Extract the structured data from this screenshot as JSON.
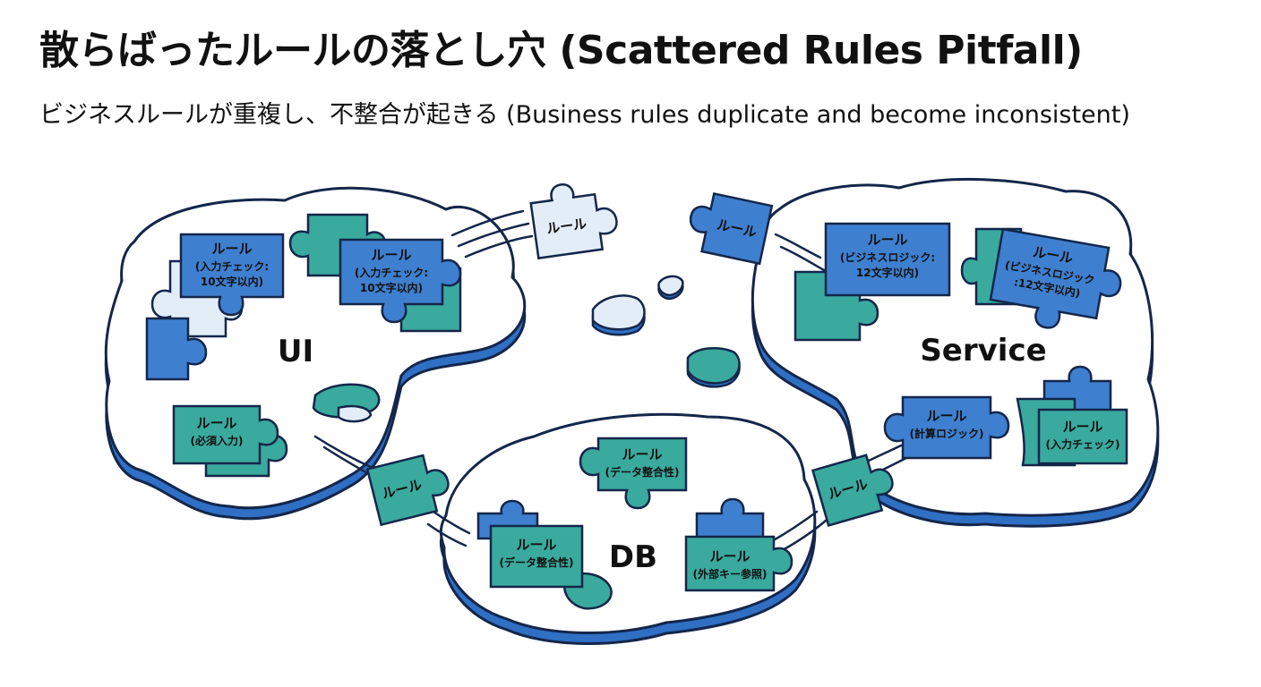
{
  "header": {
    "title": "散らばったルールの落とし穴 (Scattered Rules Pitfall)",
    "subtitle": "ビジネスルールが重複し、不整合が起きる (Business rules duplicate and become inconsistent)"
  },
  "colors": {
    "outline": "#14264a",
    "blue": "#3f7fcf",
    "blue_dark": "#2a5ea8",
    "teal": "#3aa99e",
    "light": "#e3edf8",
    "island_side": "#2f6fc4",
    "island_top": "#ffffff"
  },
  "islands": {
    "ui": {
      "label": "UI"
    },
    "service": {
      "label": "Service"
    },
    "db": {
      "label": "DB"
    }
  },
  "rules": {
    "ui_input_check_1": {
      "title": "ルール",
      "line1": "(入力チェック:",
      "line2": "10文字以内)"
    },
    "ui_input_check_2": {
      "title": "ルール",
      "line1": "(入力チェック:",
      "line2": "10文字以内)"
    },
    "ui_required": {
      "title": "ルール",
      "line1": "(必須入力)"
    },
    "service_biz_1": {
      "title": "ルール",
      "line1": "(ビジネスロジック:",
      "line2": "12文字以内)"
    },
    "service_biz_2": {
      "title": "ルール",
      "line1": "(ビジネスロジック",
      "line2": ":12文字以内)"
    },
    "service_calc": {
      "title": "ルール",
      "line1": "(計算ロジック)"
    },
    "service_input_check": {
      "title": "ルール",
      "line1": "(入力チェック)"
    },
    "db_integrity_1": {
      "title": "ルール",
      "line1": "(データ整合性)"
    },
    "db_integrity_2": {
      "title": "ルール",
      "line1": "(データ整合性)"
    },
    "db_fk": {
      "title": "ルール",
      "line1": "(外部キー参照)"
    }
  },
  "floating_pieces": {
    "top_center": "ルール",
    "top_right": "ルール",
    "bridge_ui_db": "ルール",
    "bridge_db_service": "ルール"
  }
}
